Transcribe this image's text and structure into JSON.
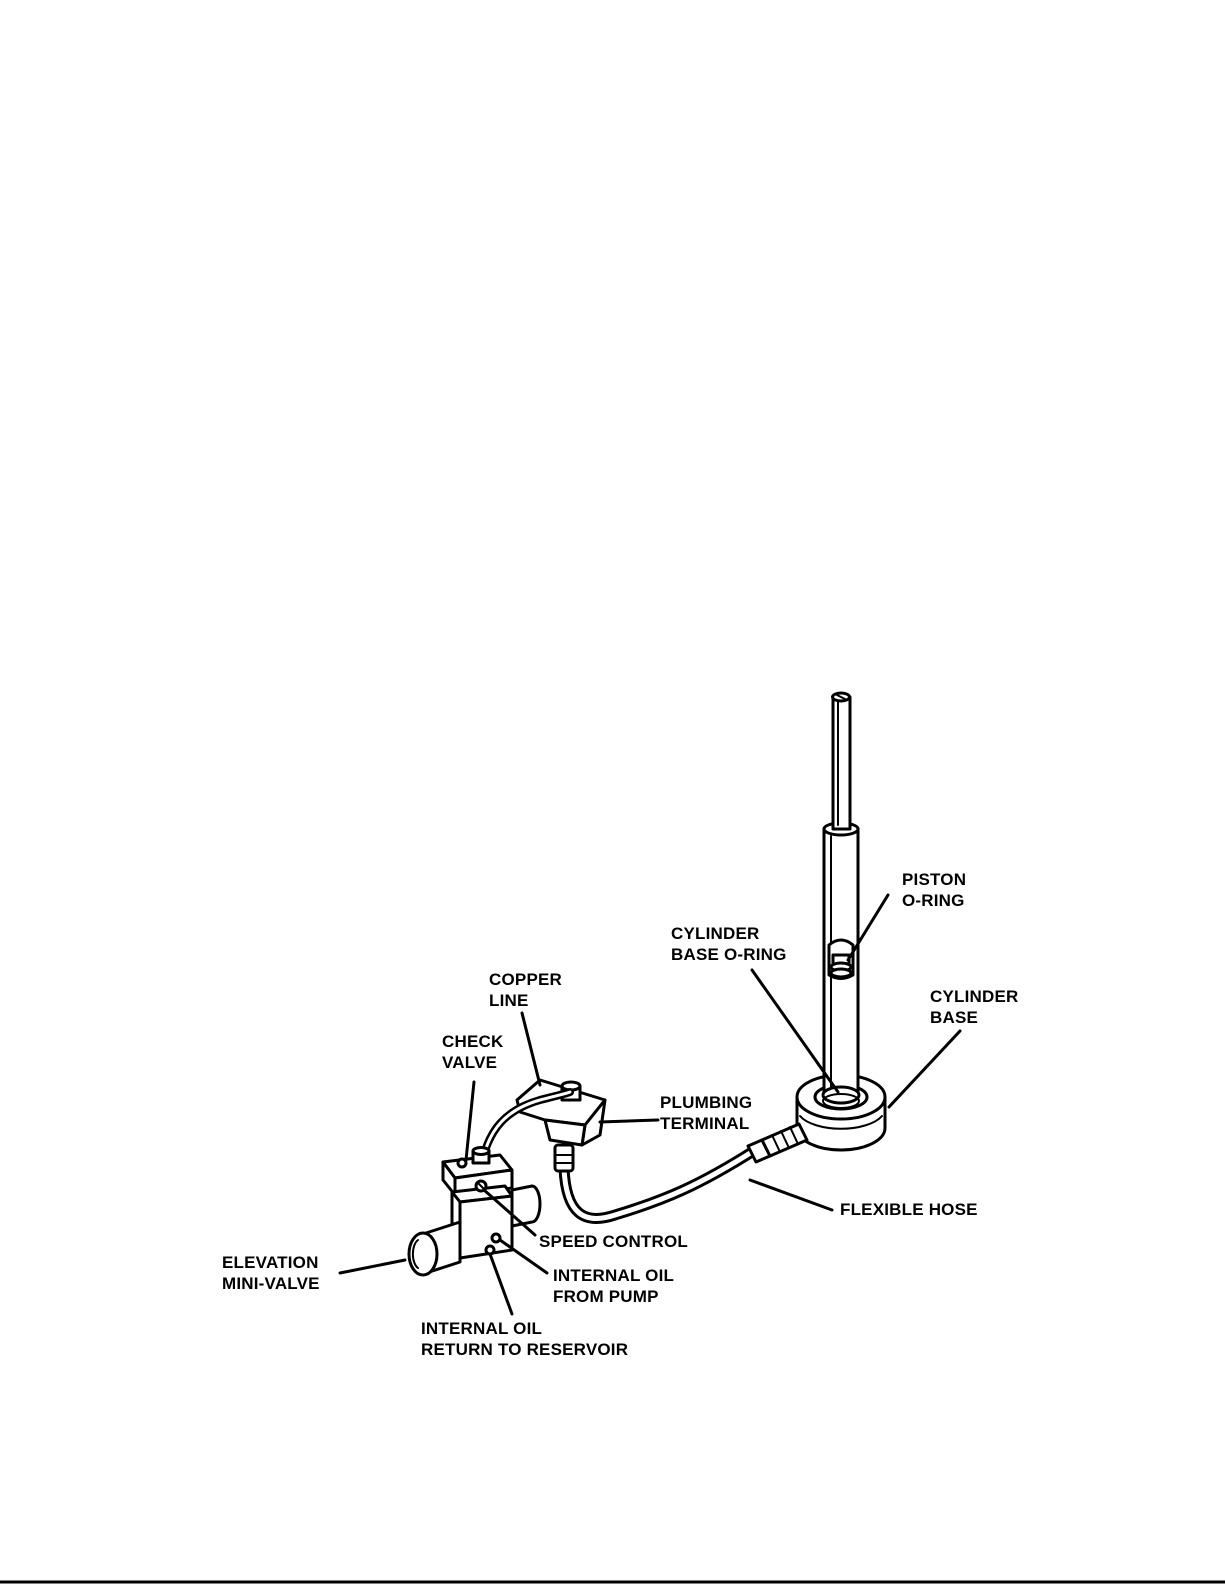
{
  "labels": {
    "piston_oring": [
      "PISTON",
      "O-RING"
    ],
    "cylinder_base_oring": [
      "CYLINDER",
      "BASE O-RING"
    ],
    "cylinder_base": [
      "CYLINDER",
      "BASE"
    ],
    "copper_line": [
      "COPPER",
      "LINE"
    ],
    "check_valve": [
      "CHECK",
      "VALVE"
    ],
    "plumbing_terminal": [
      "PLUMBING",
      "TERMINAL"
    ],
    "flexible_hose": "FLEXIBLE HOSE",
    "speed_control": "SPEED CONTROL",
    "elevation_minivalve": [
      "ELEVATION",
      "MINI-VALVE"
    ],
    "internal_oil_from_pump": [
      "INTERNAL OIL",
      "FROM PUMP"
    ],
    "internal_oil_return": [
      "INTERNAL OIL",
      "RETURN TO RESERVOIR"
    ]
  }
}
